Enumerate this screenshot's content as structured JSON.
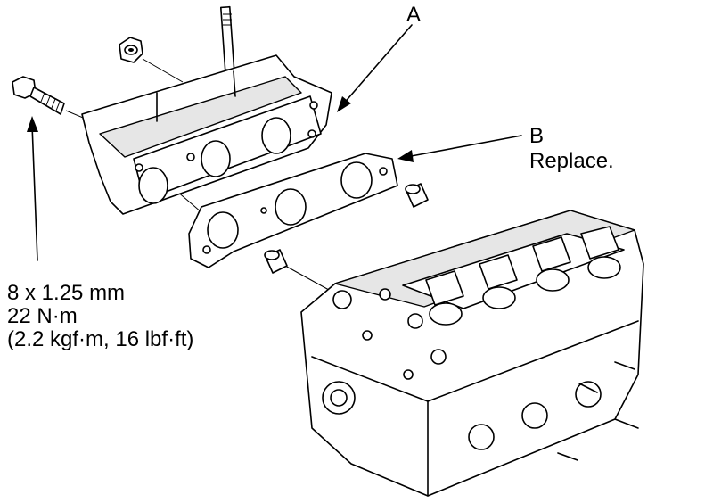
{
  "labels": {
    "a": "A",
    "b": "B",
    "b_note": "Replace.",
    "spec_size": "8 x 1.25 mm",
    "spec_torque": "22 N·m",
    "spec_alt": "(2.2 kgf·m, 16 lbf·ft)"
  },
  "colors": {
    "line": "#000000",
    "background": "#ffffff"
  }
}
